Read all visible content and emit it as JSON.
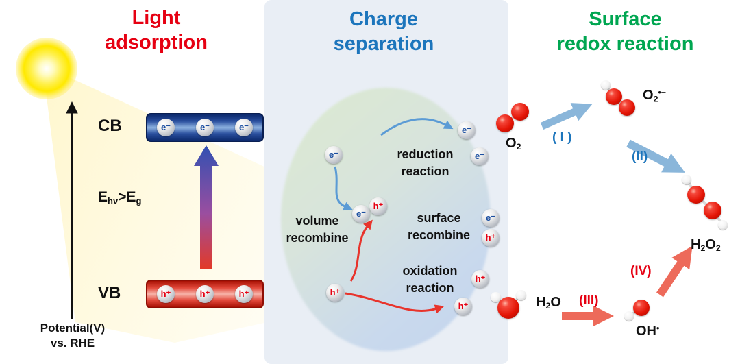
{
  "sections": {
    "light": {
      "t1": "Light",
      "t2": "adsorption",
      "cb": "CB",
      "vb": "VB",
      "energy": {
        "e1": "E",
        "sub1": "hv",
        "gt": ">",
        "e2": "E",
        "sub2": "g"
      },
      "axis1": "Potential(V)",
      "axis2": "vs. RHE"
    },
    "charge": {
      "t1": "Charge",
      "t2": "separation",
      "reduction1": "reduction",
      "reduction2": "reaction",
      "volume1": "volume",
      "volume2": "recombine",
      "surface1": "surface",
      "surface2": "recombine",
      "oxidation1": "oxidation",
      "oxidation2": "reaction"
    },
    "redox": {
      "t1": "Surface",
      "t2": "redox reaction",
      "o2": {
        "base": "O",
        "sub": "2"
      },
      "o2rad": {
        "base": "O",
        "sub": "2",
        "sup": "•−"
      },
      "h2o2": {
        "p1": "H",
        "p2": "2",
        "p3": "O",
        "p4": "2"
      },
      "h2o": {
        "p1": "H",
        "p2": "2",
        "p3": "O"
      },
      "oh": {
        "base": "OH",
        "sup": "•"
      },
      "steps": {
        "s1": "( I )",
        "s2": "(II)",
        "s3": "(III)",
        "s4": "(IV)"
      }
    }
  },
  "symbols": {
    "electron": "e⁻",
    "hole": "h⁺"
  },
  "colors": {
    "title_red": "#e60012",
    "title_blue": "#1c75bc",
    "title_green": "#00a651",
    "electron_blue": "#1c4fa0",
    "hole_red": "#e60012",
    "arrow_blue_light": "#8ab6da",
    "arrow_red_light": "#ed6a5a",
    "line_blue": "#5b9bd5",
    "line_red": "#e8342c"
  }
}
